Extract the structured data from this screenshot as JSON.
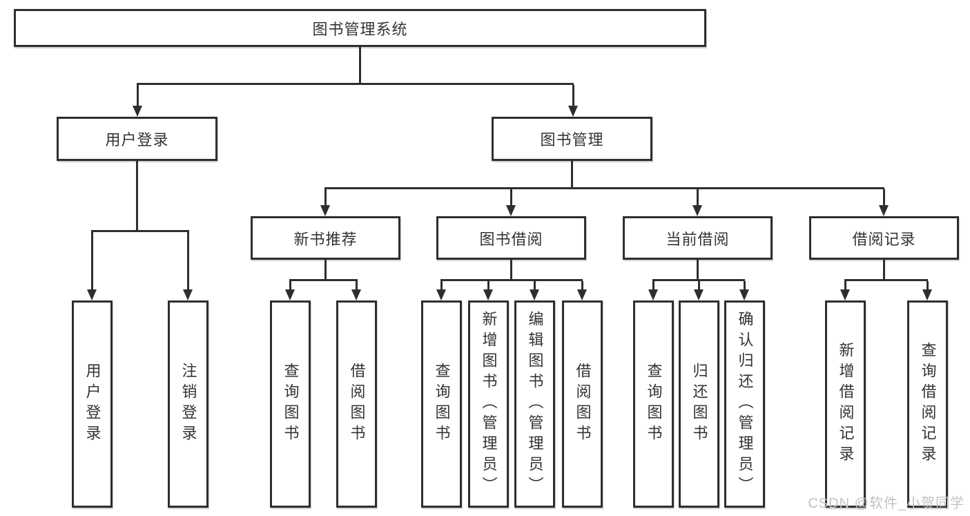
{
  "diagram_title": "图书管理系统",
  "nodes": {
    "root": "图书管理系统",
    "user_login": "用户登录",
    "book_mgmt": "图书管理",
    "new_book_rec": "新书推荐",
    "book_borrow": "图书借阅",
    "current_borrow": "当前借阅",
    "borrow_record": "借阅记录",
    "leaf_user_login": "用户登录",
    "leaf_logout": "注销登录",
    "leaf_nb_query": "查询图书",
    "leaf_nb_borrow": "借阅图书",
    "leaf_bb_query": "查询图书",
    "leaf_bb_add": "新增图书（管理员）",
    "leaf_bb_edit": "编辑图书（管理员）",
    "leaf_bb_borrow": "借阅图书",
    "leaf_cb_query": "查询图书",
    "leaf_cb_return": "归还图书",
    "leaf_cb_confirm": "确认归还（管理员）",
    "leaf_br_add": "新增借阅记录",
    "leaf_br_query": "查询借阅记录"
  },
  "watermark": "CSDN @软件_小贺同学",
  "colors": {
    "line": "#2e2e2e",
    "text": "#333333",
    "watermark": "#c2c2c2",
    "background": "#ffffff"
  }
}
